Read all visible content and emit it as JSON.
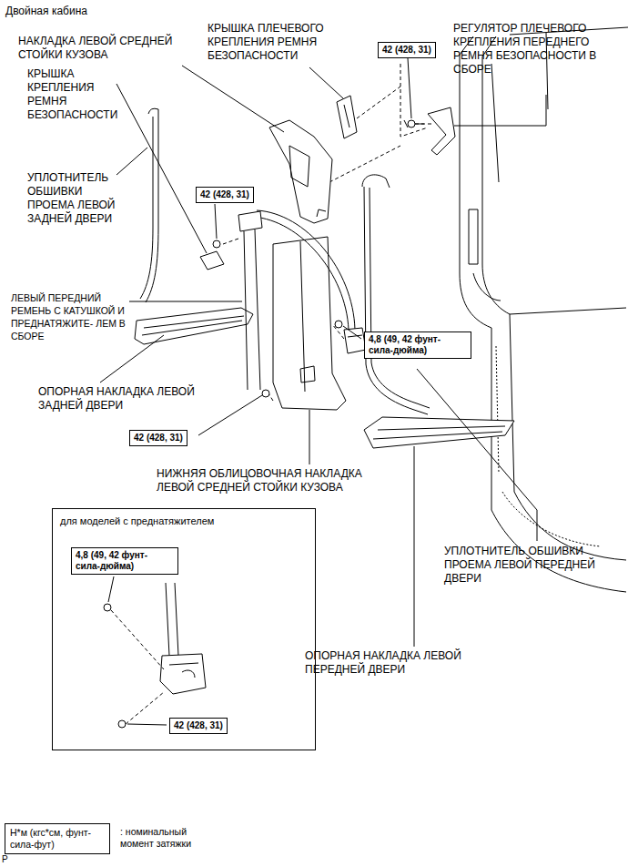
{
  "diagram": {
    "nodes": [
      {
        "text": [
          "42 (428, 31)"
        ]
      },
      {
        "text": [
          "42 (428, 31)"
        ]
      },
      {
        "text": [
          "4,8 (49, 42 фунт- сила-дюйма)"
        ]
      },
      {
        "text": [
          "42 (428, 31)"
        ]
      },
      {
        "text": [
          "для моделей с преднатяжителем"
        ]
      },
      {
        "text": [
          "4,8 (49, 42 фунт- сила-дюйма)"
        ],
        "in": 4
      },
      {
        "text": [
          "42 (428, 31)"
        ],
        "in": 4
      },
      {
        "text": [
          "Н*м (кгс*см, фунт-сила-фут)"
        ]
      }
    ],
    "edges": [],
    "labels": [
      "Двойная кабина",
      "НАКЛАДКА ЛЕВОЙ СРЕДНЕЙ СТОЙКИ КУЗОВА",
      "КРЫШКА КРЕПЛЕНИЯ РЕМНЯ БЕЗОПАСНОСТИ",
      "КРЫШКА ПЛЕЧЕВОГО КРЕПЛЕНИЯ РЕМНЯ БЕЗОПАСНОСТИ",
      "РЕГУЛЯТОР ПЛЕЧЕВОГО КРЕПЛЕНИЯ ПЕРЕДНЕГО РЕМНЯ БЕЗОПАСНОСТИ В СБОРЕ",
      "УПЛОТНИТЕЛЬ ОБШИВКИ ПРОЕМА ЛЕВОЙ ЗАДНЕЙ ДВЕРИ",
      "ЛЕВЫЙ ПЕРЕДНИЙ РЕМЕНЬ С КАТУШКОЙ И ПРЕДНАТЯЖИТЕ- ЛЕМ В СБОРЕ",
      "ОПОРНАЯ НАКЛАДКА ЛЕВОЙ ЗАДНЕЙ ДВЕРИ",
      "НИЖНЯЯ ОБЛИЦОВОЧНАЯ НАКЛАДКА ЛЕВОЙ СРЕДНЕЙ СТОЙКИ КУЗОВА",
      "УПЛОТНИТЕЛЬ ОБШИВКИ ПРОЕМА ЛЕВОЙ ПЕРЕДНЕЙ ДВЕРИ",
      "ОПОРНАЯ НАКЛАДКА ЛЕВОЙ ПЕРЕДНЕЙ ДВЕРИ",
      ": номинальный момент затяжки",
      "P"
    ]
  }
}
